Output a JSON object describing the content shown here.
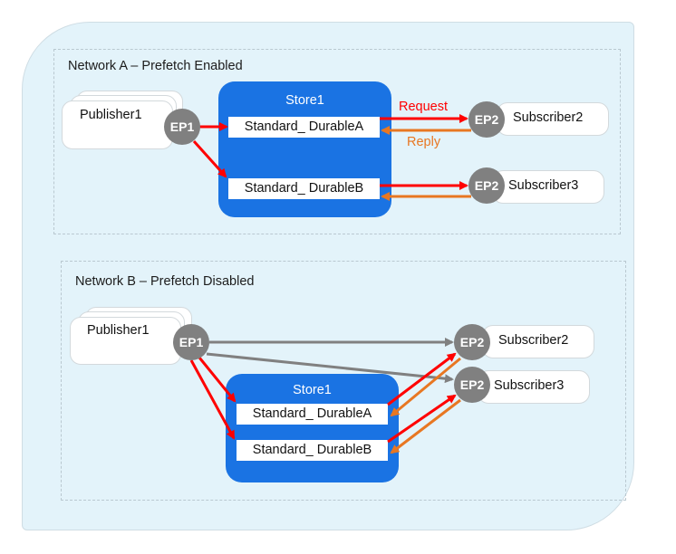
{
  "colors": {
    "request": "#ff0000",
    "reply": "#e87722",
    "direct": "#808080",
    "store": "#1a73e3",
    "endpoint": "#808080",
    "background": "#e3f3fa"
  },
  "networks": [
    {
      "title": "Network A – Prefetch Enabled",
      "publisher": {
        "label": "Publisher1",
        "endpoint": "EP1"
      },
      "store": {
        "title": "Store1",
        "queues": [
          "Standard_ DurableA",
          "Standard_ DurableB"
        ]
      },
      "subscribers": [
        {
          "label": "Subscriber2",
          "endpoint": "EP2"
        },
        {
          "label": "Subscriber3",
          "endpoint": "EP2"
        }
      ],
      "flow_labels": {
        "request": "Request",
        "reply": "Reply"
      }
    },
    {
      "title": "Network B – Prefetch Disabled",
      "publisher": {
        "label": "Publisher1",
        "endpoint": "EP1"
      },
      "store": {
        "title": "Store1",
        "queues": [
          "Standard_ DurableA",
          "Standard_ DurableB"
        ]
      },
      "subscribers": [
        {
          "label": "Subscriber2",
          "endpoint": "EP2"
        },
        {
          "label": "Subscriber3",
          "endpoint": "EP2"
        }
      ]
    }
  ]
}
